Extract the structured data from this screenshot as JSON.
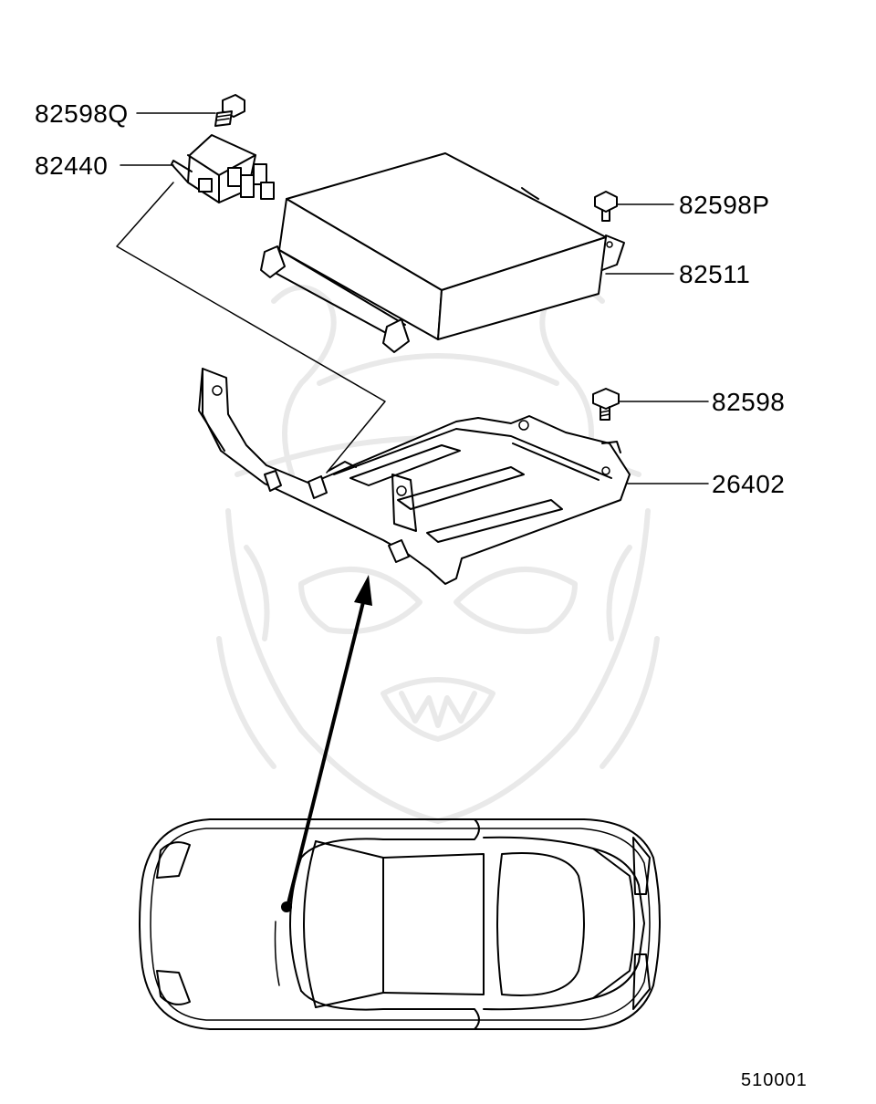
{
  "diagram": {
    "parts": [
      {
        "id": "82598Q",
        "label": "82598Q",
        "item": "bolt"
      },
      {
        "id": "82440",
        "label": "82440",
        "item": "relay"
      },
      {
        "id": "82598P",
        "label": "82598P",
        "item": "bolt"
      },
      {
        "id": "82511",
        "label": "82511",
        "item": "control-unit"
      },
      {
        "id": "82598",
        "label": "82598",
        "item": "bolt"
      },
      {
        "id": "26402",
        "label": "26402",
        "item": "bracket"
      }
    ],
    "diagram_id": "510001",
    "watermark": "samurai-mask-logo"
  }
}
